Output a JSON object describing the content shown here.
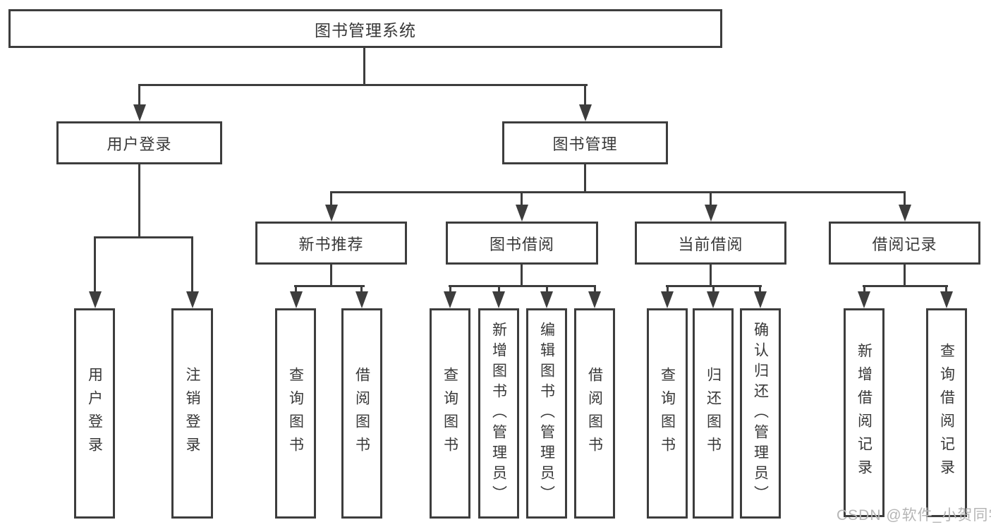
{
  "tree": {
    "root": {
      "label": "图书管理系统"
    },
    "branches": [
      {
        "label": "用户登录",
        "leaves": [
          "用户登录",
          "注销登录"
        ]
      },
      {
        "label": "图书管理"
      }
    ],
    "modules": [
      {
        "label": "新书推荐",
        "leaves": [
          "查询图书",
          "借阅图书"
        ]
      },
      {
        "label": "图书借阅",
        "leaves": [
          "查询图书",
          "新增图书（管理员）",
          "编辑图书（管理员）",
          "借阅图书"
        ]
      },
      {
        "label": "当前借阅",
        "leaves": [
          "查询图书",
          "归还图书",
          "确认归还（管理员）"
        ]
      },
      {
        "label": "借阅记录",
        "leaves": [
          "新增借阅记录",
          "查询借阅记录"
        ]
      }
    ]
  },
  "watermark": "CSDN @软件_小贺同学",
  "colors": {
    "line": "#3d3d3d",
    "text": "#383838",
    "watermark": "#b5b5b5",
    "bg": "#ffffff"
  }
}
